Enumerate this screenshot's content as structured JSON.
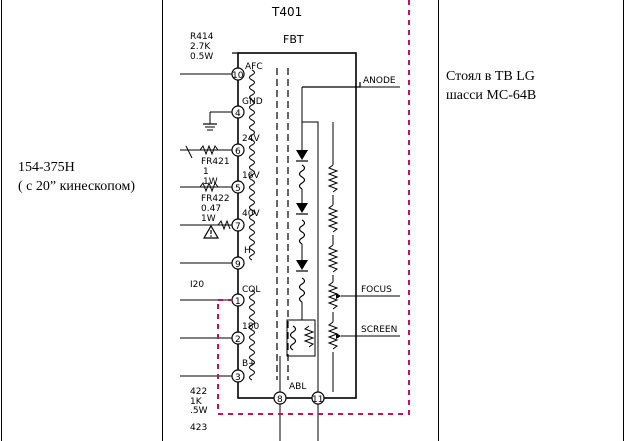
{
  "row": {
    "model_line1": "154-375H",
    "model_line2": "( с 20” кинескопом)",
    "note_line1": "Стоял в ТВ LG",
    "note_line2": "шасси МС-64В"
  },
  "diagram": {
    "title_partial": "T401",
    "title": "FBT",
    "r414": "R414",
    "r414_value": "2.7K",
    "r414_power": "0.5W",
    "fr421": "FR421",
    "fr421_value": "1",
    "fr421_power": "1W",
    "fr422": "FR422",
    "fr422_value": "0.47",
    "fr422_power": "1W",
    "i20": "I20",
    "r422": "422",
    "r422_value": "1K",
    "r422_power": ".5W",
    "r423": "423",
    "pins": [
      {
        "num": "10",
        "label": "AFC"
      },
      {
        "num": "4",
        "label": "GND"
      },
      {
        "num": "6",
        "label": "24V"
      },
      {
        "num": "5",
        "label": "16V"
      },
      {
        "num": "7",
        "label": "40V"
      },
      {
        "num": "9",
        "label": "H"
      },
      {
        "num": "1",
        "label": "COL"
      },
      {
        "num": "2",
        "label": "180"
      },
      {
        "num": "3",
        "label": "B+"
      }
    ],
    "bottom_pins": [
      {
        "num": "8"
      },
      {
        "num": "11"
      }
    ],
    "abl": "ABL",
    "anode": "ANODE",
    "focus": "FOCUS",
    "screen": "SCREEN",
    "dash_color": "#c0145a"
  }
}
